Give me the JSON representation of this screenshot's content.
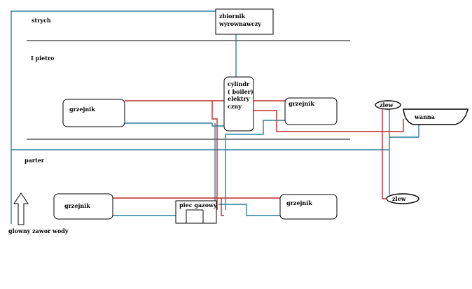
{
  "floors": {
    "attic": "strych",
    "first_floor": "I pietro",
    "ground_floor": "parter"
  },
  "components": {
    "expansion_tank": [
      "zbiornik",
      "wyrownawczy"
    ],
    "boiler_cylinder": [
      "cylindr",
      "( boiler)",
      "elektry",
      "czny"
    ],
    "radiator_first_left": "grzejnik",
    "radiator_first_right": "grzejnik",
    "radiator_ground_left": "grzejnik",
    "radiator_ground_right": "grzejnik",
    "gas_furnace": "piec gazowy",
    "sink_upper": "zlew",
    "sink_lower": "zlew",
    "bathtub": "wanna"
  },
  "main_valve_label": "glowny zawor wody",
  "colors": {
    "hot_pipe": "#c0282d",
    "cold_pipe": "#2a7f9e",
    "outline": "#000000",
    "background": "#ffffff"
  }
}
